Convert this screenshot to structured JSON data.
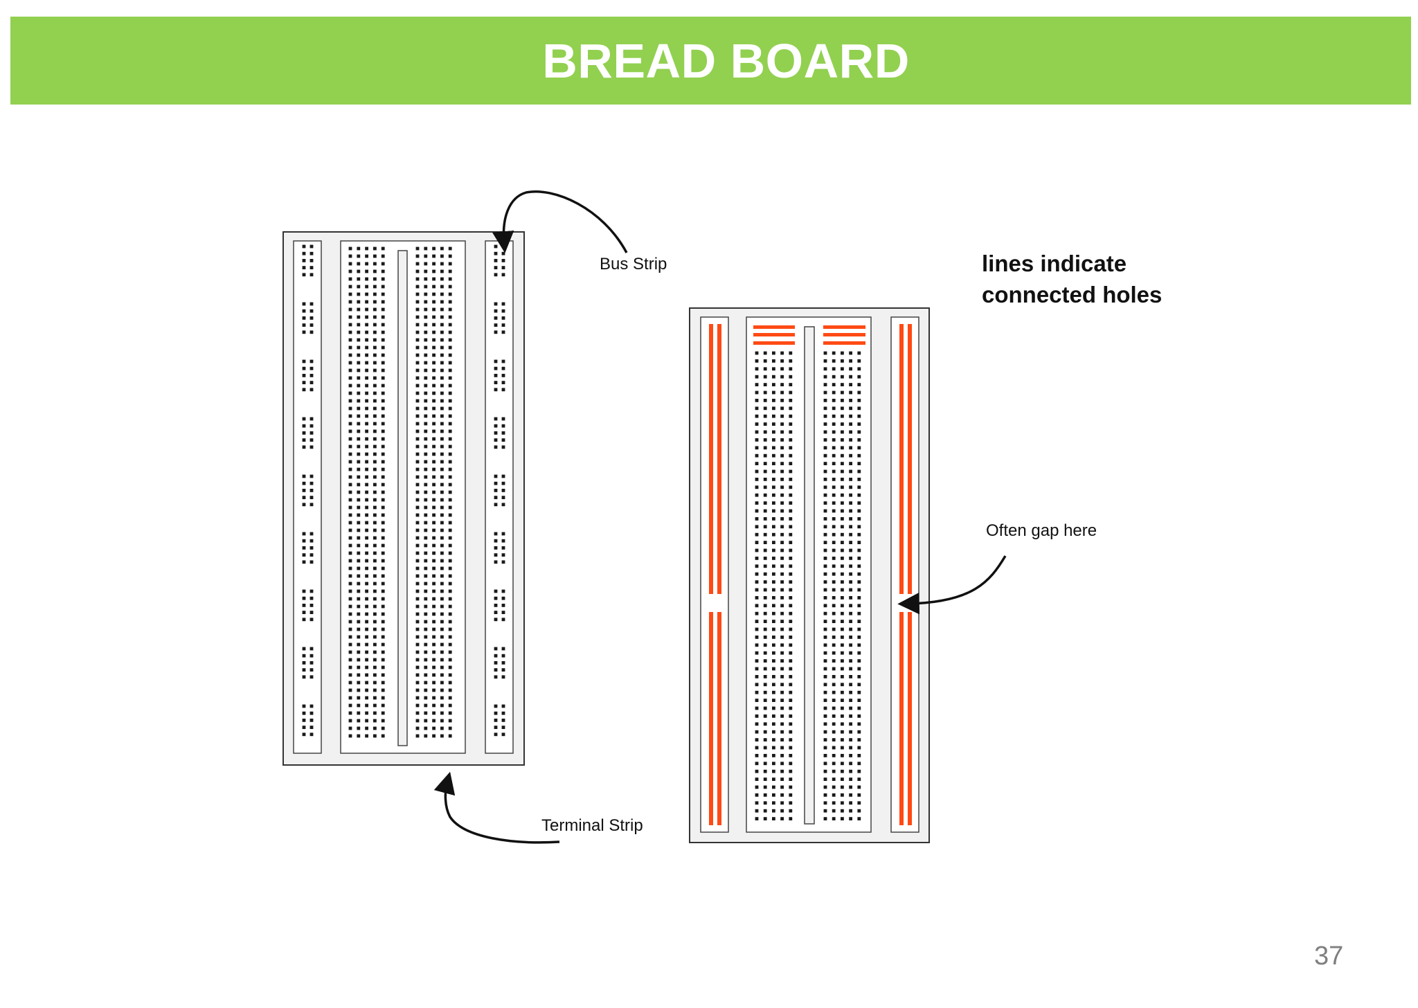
{
  "title": "BREAD BOARD",
  "page_number": "37",
  "labels": {
    "bus_strip": "Bus Strip",
    "terminal_strip": "Terminal Strip",
    "often_gap": "Often gap here",
    "lines_indicate_1": "lines indicate",
    "lines_indicate_2": "connected holes"
  },
  "colors": {
    "header_bg": "#92d050",
    "connection_line": "#ff4a14",
    "board_fill": "#f1f1f1",
    "hole": "#1a1a1a"
  }
}
